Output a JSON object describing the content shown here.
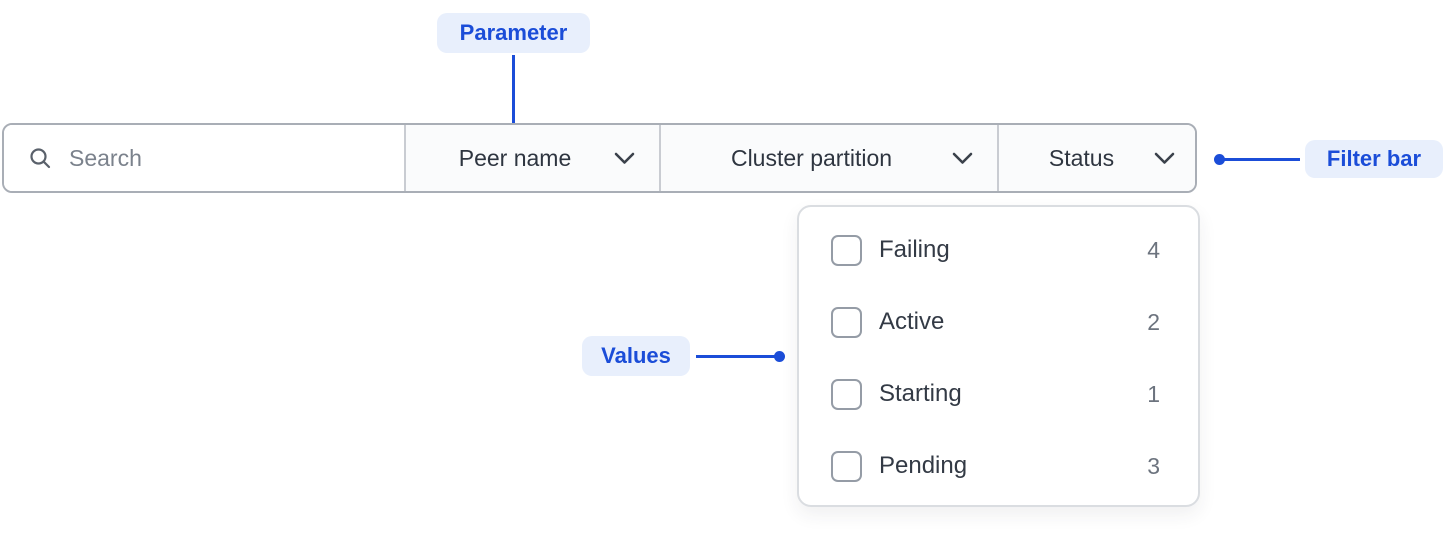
{
  "annotations": {
    "parameter_label": "Parameter",
    "filter_bar_label": "Filter bar",
    "values_label": "Values"
  },
  "filter_bar": {
    "search": {
      "placeholder": "Search",
      "value": ""
    },
    "dropdowns": [
      {
        "label": "Peer name"
      },
      {
        "label": "Cluster partition"
      },
      {
        "label": "Status"
      }
    ]
  },
  "status_dropdown": {
    "options": [
      {
        "label": "Failing",
        "count": "4",
        "checked": false
      },
      {
        "label": "Active",
        "count": "2",
        "checked": false
      },
      {
        "label": "Starting",
        "count": "1",
        "checked": false
      },
      {
        "label": "Pending",
        "count": "3",
        "checked": false
      }
    ]
  },
  "icons": {
    "search": "search-icon",
    "chevron": "chevron-down-icon"
  },
  "colors": {
    "accent_blue": "#1b4dd8",
    "annotation_badge_bg": "#e8effc",
    "bar_border": "#a9aeb6",
    "section_bg": "#fafbfc",
    "panel_border": "#dadde1",
    "text_dark": "#2e3540",
    "text_muted": "#6c737e",
    "placeholder": "#7b828c",
    "checkbox_border": "#959ca6"
  }
}
